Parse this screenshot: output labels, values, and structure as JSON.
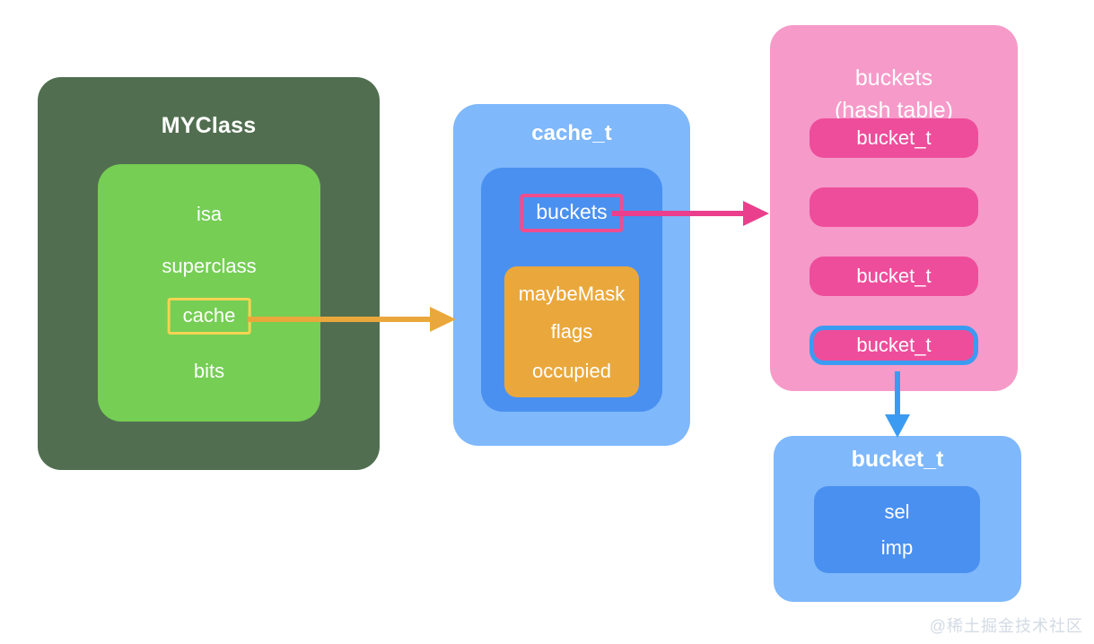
{
  "diagram": {
    "background": "#ffffff",
    "watermark": "@稀土掘金技术社区"
  },
  "myclass": {
    "title": "MYClass",
    "outer_color": "#516f50",
    "inner_color": "#76ce55",
    "fields": [
      {
        "label": "isa"
      },
      {
        "label": "superclass"
      },
      {
        "label": "cache",
        "highlighted": true,
        "highlight_color": "#f6d352"
      },
      {
        "label": "bits"
      }
    ]
  },
  "cache_t": {
    "title": "cache_t",
    "outer_color": "#7fb8fb",
    "inner_color": "#4a90f0",
    "pointer_field": {
      "label": "buckets",
      "highlight_color": "#ee4d8f"
    },
    "group": {
      "color": "#eaa83c",
      "fields": [
        {
          "label": "maybeMask"
        },
        {
          "label": "flags"
        },
        {
          "label": "occupied"
        }
      ]
    }
  },
  "buckets_table": {
    "title": "buckets\n(hash table)",
    "outer_color": "#f69ac9",
    "row_color": "#ee4d9b",
    "rows": [
      {
        "label": "bucket_t",
        "selected": false
      },
      {
        "label": "",
        "selected": false
      },
      {
        "label": "bucket_t",
        "selected": false
      },
      {
        "label": "bucket_t",
        "selected": true,
        "select_color": "#3b9bf2"
      }
    ]
  },
  "bucket_t": {
    "title": "bucket_t",
    "outer_color": "#7fb8fb",
    "inner_color": "#4a90f0",
    "fields": [
      {
        "label": "sel"
      },
      {
        "label": "imp"
      }
    ]
  },
  "arrows": [
    {
      "name": "cache-to-cache_t",
      "color": "#eaa83c",
      "from": "MYClass.cache",
      "to": "cache_t"
    },
    {
      "name": "buckets-to-hash-table",
      "color": "#ea3f8c",
      "from": "cache_t.buckets",
      "to": "buckets (hash table)"
    },
    {
      "name": "bucket_t-to-detail",
      "color": "#3b9bf2",
      "from": "buckets[3]",
      "to": "bucket_t"
    }
  ]
}
